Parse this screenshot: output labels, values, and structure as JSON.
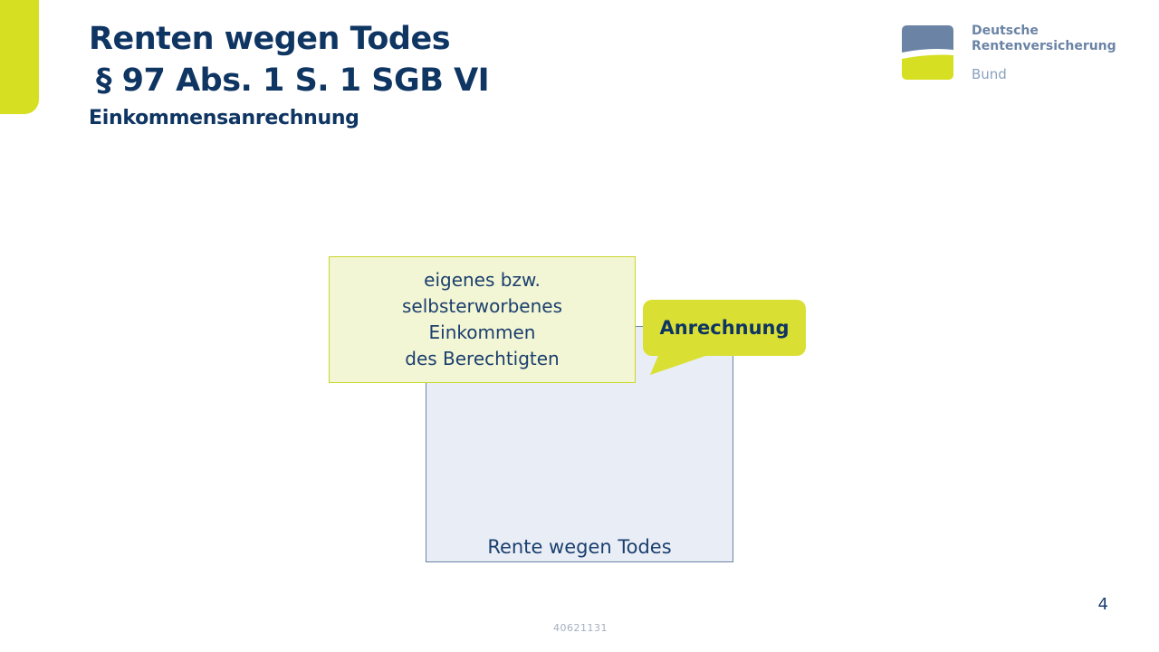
{
  "slide": {
    "title_line1": "Renten wegen Todes",
    "title_line2": "§  97 Abs. 1 S. 1 SGB VI",
    "subtitle": "Einkommensanrechnung",
    "page_number": "4",
    "footer_code": "40621131"
  },
  "logo": {
    "line1": "Deutsche",
    "line2": "Rentenversicherung",
    "line3": "Bund",
    "icon": "drv-logo-icon"
  },
  "diagram": {
    "income_box_lines": [
      "eigenes bzw.",
      "selbsterworbenes",
      "Einkommen",
      "des Berechtigten"
    ],
    "pension_box_label": "Rente wegen Todes",
    "callout_label": "Anrechnung"
  },
  "colors": {
    "navy": "#0f3563",
    "lime": "#d6df22",
    "logo_blue": "#6b84a6",
    "income_fill": "#f3f6d4",
    "pension_fill": "#e9eef6"
  }
}
